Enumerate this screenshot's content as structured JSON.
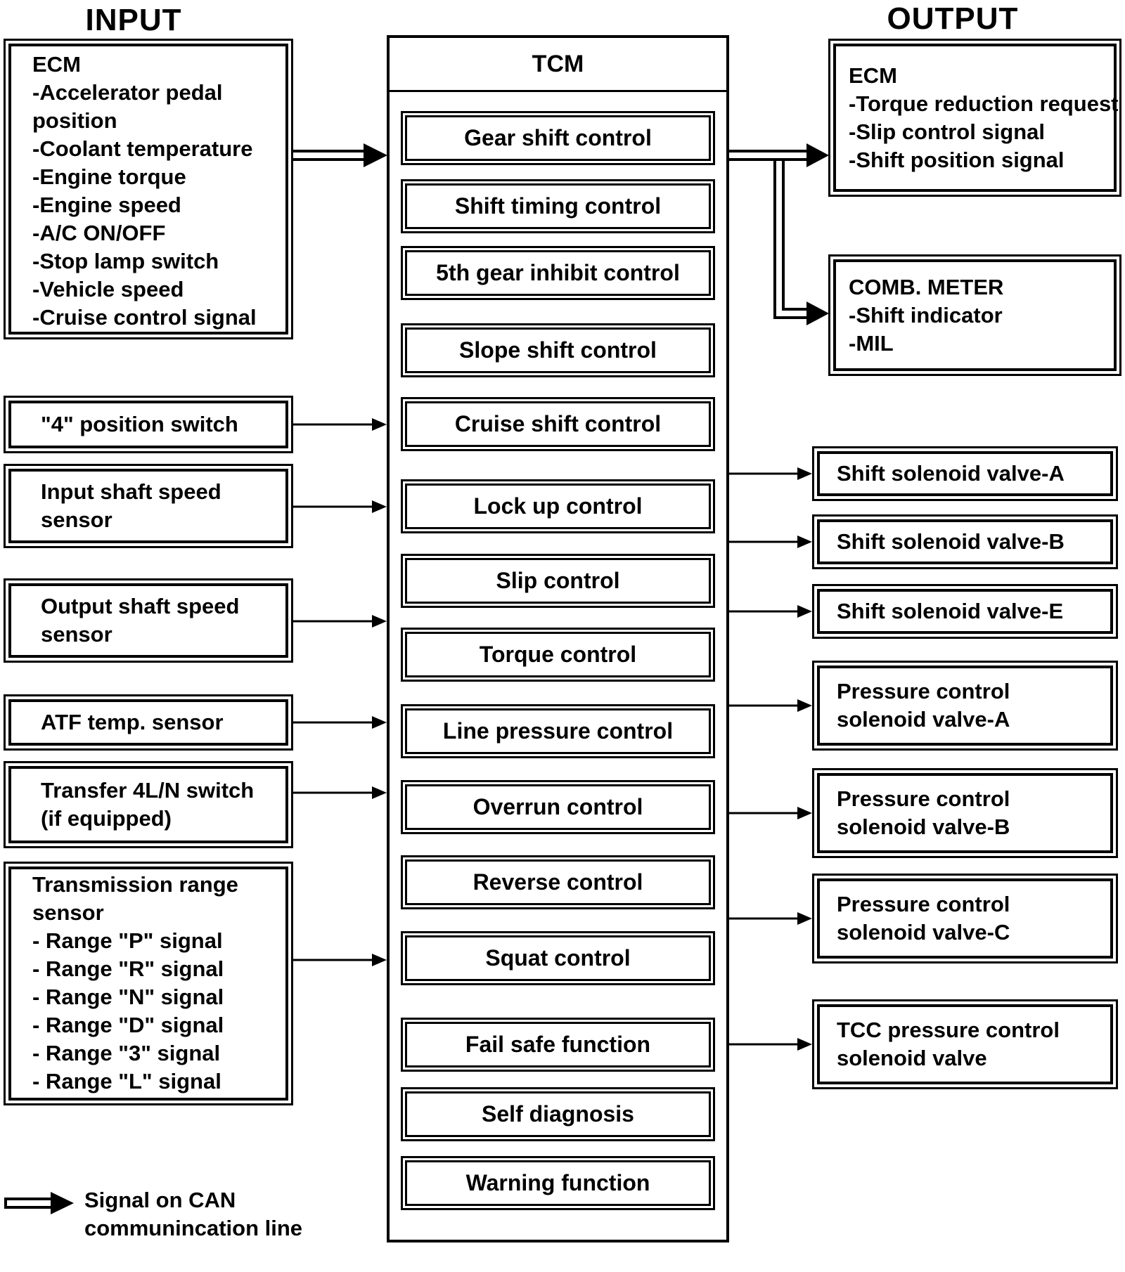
{
  "headings": {
    "input": "INPUT",
    "output": "OUTPUT"
  },
  "tcm": {
    "title": "TCM",
    "functions": [
      "Gear shift control",
      "Shift timing control",
      "5th gear inhibit control",
      "Slope shift control",
      "Cruise shift control",
      "Lock up control",
      "Slip control",
      "Torque control",
      "Line pressure control",
      "Overrun control",
      "Reverse control",
      "Squat control",
      "Fail safe function",
      "Self diagnosis",
      "Warning function"
    ]
  },
  "inputs": [
    "ECM\n-Accelerator pedal\n position\n-Coolant temperature\n-Engine torque\n-Engine speed\n-A/C ON/OFF\n-Stop lamp switch\n-Vehicle speed\n-Cruise control signal",
    "\"4\" position switch",
    "Input shaft speed\nsensor",
    "Output shaft speed\nsensor",
    "ATF temp. sensor",
    "Transfer 4L/N switch\n(if equipped)",
    "Transmission range\nsensor\n- Range \"P\" signal\n- Range \"R\" signal\n- Range \"N\" signal\n- Range \"D\" signal\n- Range \"3\" signal\n- Range \"L\" signal"
  ],
  "outputs": [
    "ECM\n-Torque reduction request\n-Slip control signal\n-Shift position signal",
    "COMB. METER\n-Shift indicator\n-MIL",
    "Shift solenoid valve-A",
    "Shift solenoid valve-B",
    "Shift solenoid valve-E",
    "Pressure control\nsolenoid valve-A",
    "Pressure control\nsolenoid valve-B",
    "Pressure control\nsolenoid valve-C",
    "TCC pressure control\nsolenoid valve"
  ],
  "legend": {
    "label": "Signal on CAN\ncommunincation line"
  }
}
